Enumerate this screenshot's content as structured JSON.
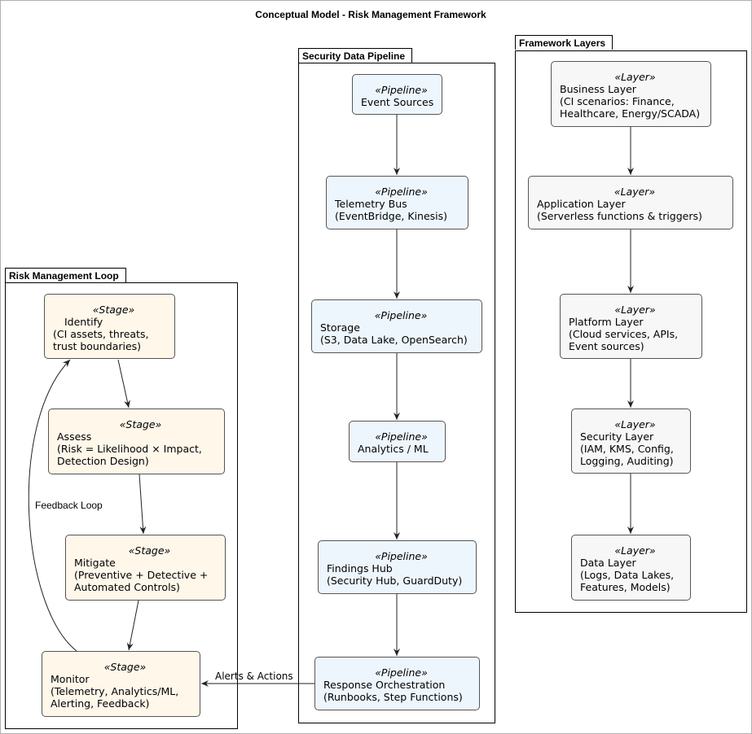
{
  "title": "Conceptual Model - Risk Management Framework",
  "packages": {
    "risk_loop": "Risk Management Loop",
    "pipeline": "Security Data Pipeline",
    "layers": "Framework Layers"
  },
  "stages": [
    {
      "stereotype": "«Stage»",
      "lines": [
        "Identify",
        "(CI assets, threats,",
        "trust boundaries)"
      ]
    },
    {
      "stereotype": "«Stage»",
      "lines": [
        "Assess",
        "(Risk = Likelihood × Impact,",
        "Detection Design)"
      ]
    },
    {
      "stereotype": "«Stage»",
      "lines": [
        "Mitigate",
        "(Preventive + Detective +",
        "Automated Controls)"
      ]
    },
    {
      "stereotype": "«Stage»",
      "lines": [
        "Monitor",
        "(Telemetry, Analytics/ML,",
        "Alerting, Feedback)"
      ]
    }
  ],
  "pipeline": [
    {
      "stereotype": "«Pipeline»",
      "lines": [
        "Event Sources"
      ]
    },
    {
      "stereotype": "«Pipeline»",
      "lines": [
        "Telemetry Bus",
        "(EventBridge, Kinesis)"
      ]
    },
    {
      "stereotype": "«Pipeline»",
      "lines": [
        "Storage",
        "(S3, Data Lake, OpenSearch)"
      ]
    },
    {
      "stereotype": "«Pipeline»",
      "lines": [
        "Analytics / ML"
      ]
    },
    {
      "stereotype": "«Pipeline»",
      "lines": [
        "Findings Hub",
        "(Security Hub, GuardDuty)"
      ]
    },
    {
      "stereotype": "«Pipeline»",
      "lines": [
        "Response Orchestration",
        "(Runbooks, Step Functions)"
      ]
    }
  ],
  "layers": [
    {
      "stereotype": "«Layer»",
      "lines": [
        "Business Layer",
        "(CI scenarios: Finance,",
        "Healthcare, Energy/SCADA)"
      ]
    },
    {
      "stereotype": "«Layer»",
      "lines": [
        "Application Layer",
        "(Serverless functions & triggers)"
      ]
    },
    {
      "stereotype": "«Layer»",
      "lines": [
        "Platform Layer",
        "(Cloud services, APIs,",
        "Event sources)"
      ]
    },
    {
      "stereotype": "«Layer»",
      "lines": [
        "Security Layer",
        "(IAM, KMS, Config,",
        "Logging, Auditing)"
      ]
    },
    {
      "stereotype": "«Layer»",
      "lines": [
        "Data Layer",
        "(Logs, Data Lakes,",
        "Features, Models)"
      ]
    }
  ],
  "edge_labels": {
    "feedback": "Feedback Loop",
    "alerts": "Alerts & Actions"
  },
  "colors": {
    "stage_fill": "#fef7ea",
    "pipeline_fill": "#eef6fd",
    "layer_fill": "#f7f7f7",
    "edge": "#222222"
  }
}
